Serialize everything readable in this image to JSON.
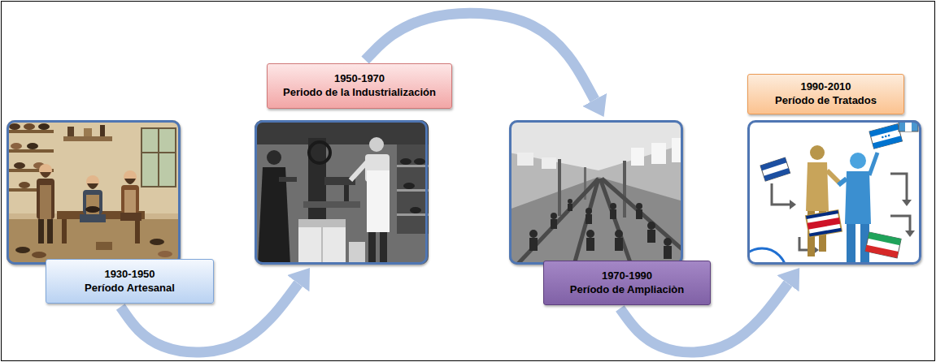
{
  "diagram": {
    "nodes": [
      {
        "text": [
          "1930-1950",
          "Período Artesanal"
        ]
      },
      {
        "text": [
          "1950-1970",
          "Periodo de la Industrialización"
        ]
      },
      {
        "text": [
          "1970-1990",
          "Período de Ampliaciòn"
        ]
      },
      {
        "text": [
          "1990-2010",
          "Período de Tratados"
        ]
      }
    ],
    "edges": [
      {
        "from": 0,
        "to": 1,
        "arrow": "to"
      },
      {
        "from": 1,
        "to": 2,
        "arrow": "to"
      },
      {
        "from": 2,
        "to": 3,
        "arrow": "to"
      }
    ]
  }
}
